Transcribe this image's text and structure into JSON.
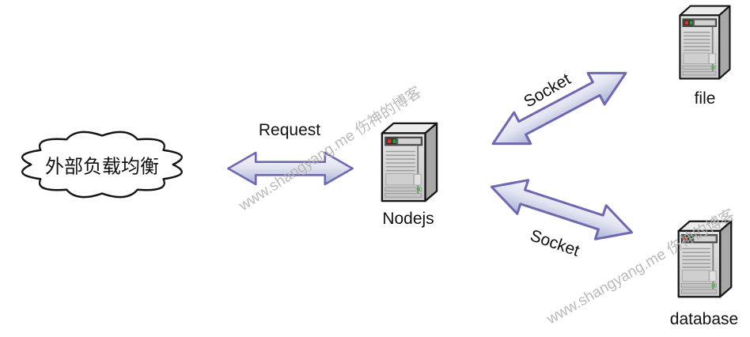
{
  "diagram": {
    "cloud": {
      "label": "外部负载均衡"
    },
    "nodes": {
      "nodejs": {
        "label": "Nodejs"
      },
      "file": {
        "label": "file"
      },
      "database": {
        "label": "database"
      }
    },
    "edges": {
      "request": {
        "label": "Request"
      },
      "socket_file": {
        "label": "Socket"
      },
      "socket_database": {
        "label": "Socket"
      }
    },
    "watermarks": {
      "left": "www.shangyang.me 伤神的博客",
      "right": "www.shangyang.me 伤神的博客"
    },
    "colors": {
      "background": "#ffffff",
      "outline": "#161616",
      "arrow_border": "#6f67b0",
      "arrow_fill_light": "#f6f7fb",
      "arrow_fill_dark": "#a9b1d4",
      "server_body": "#d6d6d6",
      "led_red": "#cf3a30",
      "led_green": "#2f9e44",
      "watermark": "#b3b3b3"
    }
  }
}
